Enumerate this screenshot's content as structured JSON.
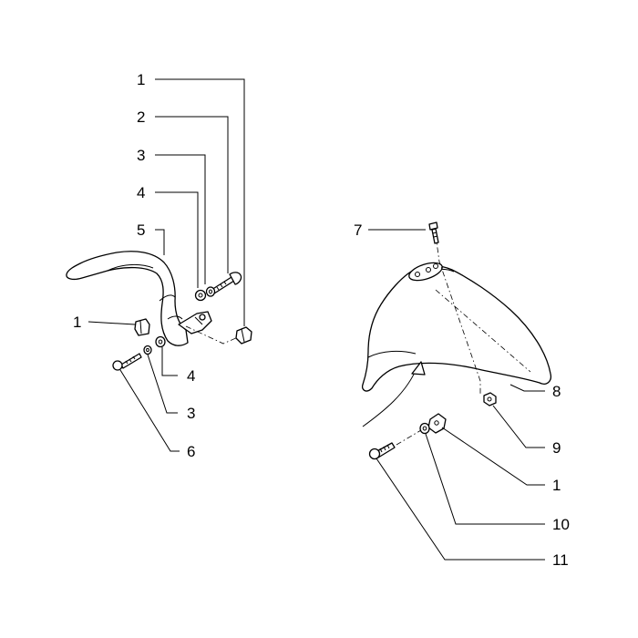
{
  "diagram": {
    "labels": [
      "1",
      "2",
      "3",
      "4",
      "5",
      "1",
      "4",
      "3",
      "6",
      "7",
      "8",
      "9",
      "1",
      "10",
      "11"
    ]
  }
}
